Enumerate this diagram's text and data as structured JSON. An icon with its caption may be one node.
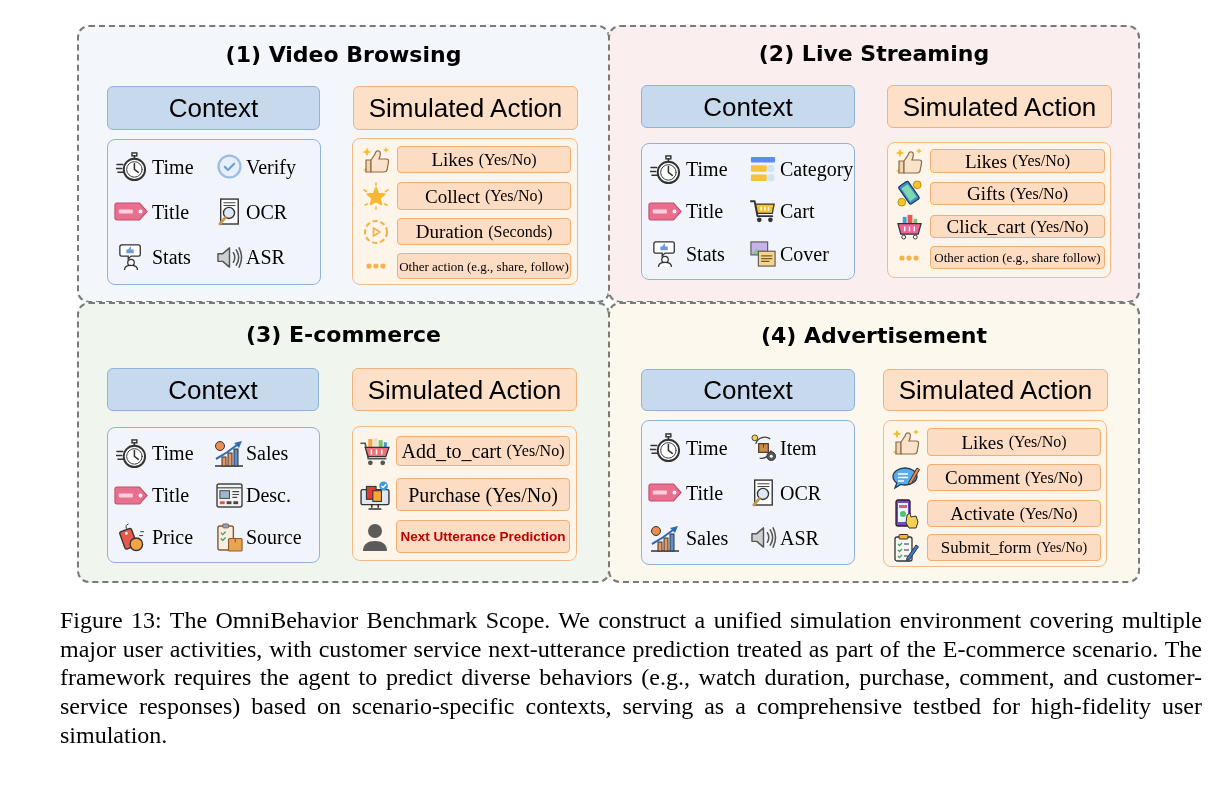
{
  "diagram": {
    "caption": "Figure 13: The OmniBehavior Benchmark Scope. We construct a unified simulation environment covering multiple major user activities, with customer service next-utterance prediction treated as part of the E-commerce scenario. The framework requires the agent to predict diverse behaviors (e.g., watch duration, purchase, comment, and customer-service responses) based on scenario-specific contexts, serving as a comprehensive testbed for high-fidelity user simulation.",
    "nodes": [
      {
        "text": [
          "(1) Video Browsing"
        ]
      },
      {
        "text": [
          "Context"
        ],
        "in": 0
      },
      {
        "text": [
          "Time",
          "Verify",
          "Title",
          "OCR",
          "Stats",
          "ASR"
        ],
        "in": 0
      },
      {
        "text": [
          "Simulated Action"
        ],
        "in": 0
      },
      {
        "text": [],
        "shape": "box",
        "in": 0
      },
      {
        "text": [
          "Likes",
          "(Yes/No)"
        ],
        "in": 4
      },
      {
        "text": [
          "Collect",
          "(Yes/No)"
        ],
        "in": 4
      },
      {
        "text": [
          "Duration",
          "(Seconds)"
        ],
        "in": 4
      },
      {
        "text": [
          "Other action (e.g., share, follow)"
        ],
        "in": 4
      },
      {
        "text": [
          "(2) Live Streaming"
        ]
      },
      {
        "text": [
          "Context"
        ],
        "in": 9
      },
      {
        "text": [
          "Time",
          "Category",
          "Title",
          "Cart",
          "Stats",
          "Cover"
        ],
        "in": 9
      },
      {
        "text": [
          "Simulated Action"
        ],
        "in": 9
      },
      {
        "text": [],
        "shape": "box",
        "in": 9
      },
      {
        "text": [
          "Likes",
          "(Yes/No)"
        ],
        "in": 13
      },
      {
        "text": [
          "Gifts",
          "(Yes/No)"
        ],
        "in": 13
      },
      {
        "text": [
          "Click_cart",
          "(Yes/No)"
        ],
        "in": 13
      },
      {
        "text": [
          "Other action (e.g., share follow)"
        ],
        "in": 13
      },
      {
        "text": [
          "(3) E-commerce"
        ]
      },
      {
        "text": [
          "Context"
        ],
        "in": 18
      },
      {
        "text": [
          "Time",
          "Sales",
          "Title",
          "Desc.",
          "Price",
          "Source"
        ],
        "in": 18
      },
      {
        "text": [
          "Simulated Action"
        ],
        "in": 18
      },
      {
        "text": [],
        "shape": "box",
        "in": 18
      },
      {
        "text": [
          "Add_to_cart",
          "(Yes/No)"
        ],
        "in": 22
      },
      {
        "text": [
          "Purchase",
          "(Yes/No)"
        ],
        "in": 22
      },
      {
        "text": [
          "Next Utterance Prediction"
        ],
        "in": 22
      },
      {
        "text": [
          "(4) Advertisement"
        ]
      },
      {
        "text": [
          "Context"
        ],
        "in": 26
      },
      {
        "text": [
          "Time",
          "Item",
          "Title",
          "OCR",
          "Sales",
          "ASR"
        ],
        "in": 26
      },
      {
        "text": [
          "Simulated Action"
        ],
        "in": 26
      },
      {
        "text": [],
        "shape": "box",
        "in": 26
      },
      {
        "text": [
          "Likes",
          "(Yes/No)"
        ],
        "in": 30
      },
      {
        "text": [
          "Comment",
          "(Yes/No)"
        ],
        "in": 30
      },
      {
        "text": [
          "Activate",
          "(Yes/No)"
        ],
        "in": 30
      },
      {
        "text": [
          "Submit_form",
          "(Yes/No)"
        ],
        "in": 30
      }
    ]
  }
}
